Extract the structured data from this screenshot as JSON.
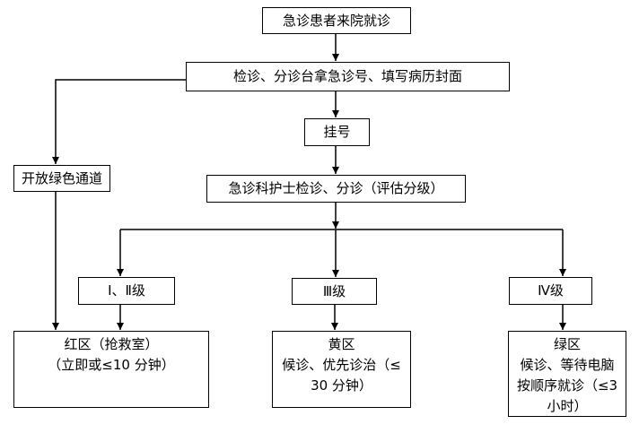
{
  "palette": {
    "background": "#ffffff",
    "line_color": "#000000",
    "text_color": "#000000"
  },
  "flowchart": {
    "nodes": {
      "arrival": {
        "label": "急诊患者来院就诊"
      },
      "triage_desk": {
        "label": "检诊、分诊台拿急诊号、填写病历封面"
      },
      "register": {
        "label": "挂号"
      },
      "green_channel": {
        "label": "开放绿色通道"
      },
      "nurse_triage": {
        "label": "急诊科护士检诊、分诊（评估分级）"
      },
      "level_1_2": {
        "label": "Ⅰ、Ⅱ级"
      },
      "level_3": {
        "label": "Ⅲ级"
      },
      "level_4": {
        "label": "Ⅳ级"
      },
      "red_zone": {
        "label": "红区（抢救室）\n（立即或≤10 分钟）"
      },
      "yellow_zone": {
        "label": "黄区\n候诊、优先诊治（≤\n30 分钟）"
      },
      "green_zone": {
        "label": "绿区\n候诊、等待电脑\n按顺序就诊（≤3\n小时）"
      }
    },
    "edges": [
      {
        "from": "arrival",
        "to": "triage_desk"
      },
      {
        "from": "triage_desk",
        "to": "register"
      },
      {
        "from": "triage_desk",
        "to": "green_channel"
      },
      {
        "from": "register",
        "to": "nurse_triage"
      },
      {
        "from": "nurse_triage",
        "to": "level_1_2"
      },
      {
        "from": "nurse_triage",
        "to": "level_3"
      },
      {
        "from": "nurse_triage",
        "to": "level_4"
      },
      {
        "from": "green_channel",
        "to": "red_zone"
      },
      {
        "from": "level_1_2",
        "to": "red_zone"
      },
      {
        "from": "level_3",
        "to": "yellow_zone"
      },
      {
        "from": "level_4",
        "to": "green_zone"
      }
    ]
  }
}
